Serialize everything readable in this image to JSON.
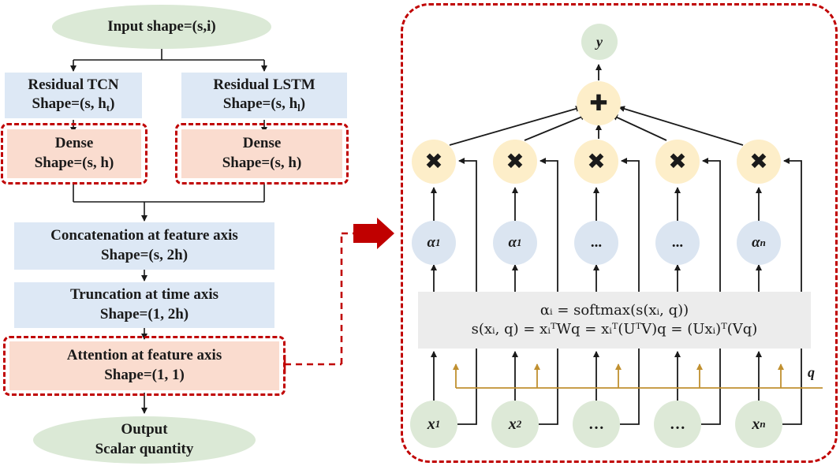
{
  "left_flow": {
    "input": "Input shape=(s,i)",
    "residual_tcn": {
      "title": "Residual TCN",
      "shape": "Shape=(s, h",
      "shape_sub": "t",
      "shape_end": ")"
    },
    "residual_lstm": {
      "title": "Residual LSTM",
      "shape": "Shape=(s, h",
      "shape_sub": "l",
      "shape_end": ")"
    },
    "dense_left": {
      "title": "Dense",
      "shape": "Shape=(s, h)"
    },
    "dense_right": {
      "title": "Dense",
      "shape": "Shape=(s, h)"
    },
    "concat": {
      "title": "Concatenation at feature axis",
      "shape": "Shape=(s, 2h)"
    },
    "truncation": {
      "title": "Truncation at time axis",
      "shape": "Shape=(1, 2h)"
    },
    "attention": {
      "title": "Attention at feature axis",
      "shape": "Shape=(1, 1)"
    },
    "output": {
      "title": "Output",
      "subtitle": "Scalar quantity"
    }
  },
  "attention_detail": {
    "output_label": "y",
    "plus_symbol": "✚",
    "mult_symbol": "✖",
    "alphas": [
      {
        "base": "α",
        "sub": "1"
      },
      {
        "base": "α",
        "sub": "1"
      },
      {
        "base": "...",
        "sub": ""
      },
      {
        "base": "...",
        "sub": ""
      },
      {
        "base": "α",
        "sub": "n"
      }
    ],
    "inputs": [
      {
        "base": "x",
        "sub": "1"
      },
      {
        "base": "x",
        "sub": "2"
      },
      {
        "base": "…",
        "sub": ""
      },
      {
        "base": "…",
        "sub": ""
      },
      {
        "base": "x",
        "sub": "n"
      }
    ],
    "query_label": "q",
    "formula_line1": "αᵢ = softmax(s(xᵢ, q))",
    "formula_line2": "s(xᵢ, q) = xᵢᵀWq = xᵢᵀ(UᵀV)q = (Uxᵢ)ᵀ(Vq)"
  },
  "colors": {
    "dashed_border": "#c00000",
    "arrow_red": "#c00000",
    "query_line": "#c09030",
    "blue_box": "#dde8f5",
    "peach_box": "#fadccf",
    "green_ellipse": "#dbe9d6",
    "mult_node": "#fdeec9",
    "alpha_node": "#dbe5f1"
  }
}
